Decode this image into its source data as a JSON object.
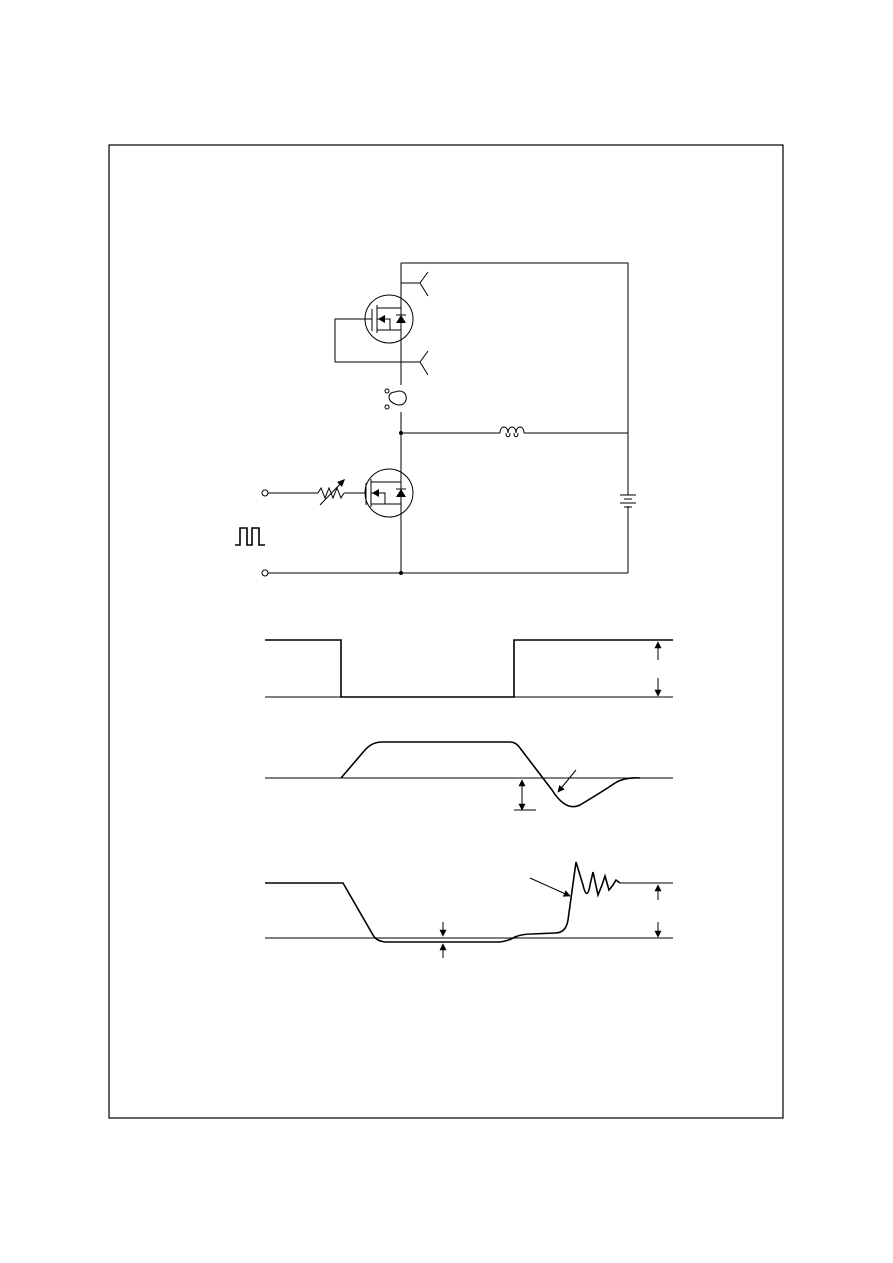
{
  "colors": {
    "line": "#000000",
    "background": "#ffffff"
  },
  "figure": {
    "components": [
      {
        "name": "upper-mosfet",
        "icon": "n-channel-mosfet-icon"
      },
      {
        "name": "lower-mosfet",
        "icon": "n-channel-mosfet-icon"
      },
      {
        "name": "inductor",
        "icon": "inductor-icon"
      },
      {
        "name": "current-probe",
        "icon": "current-probe-icon"
      },
      {
        "name": "variable-gate-resistor",
        "icon": "variable-resistor-icon"
      },
      {
        "name": "dc-supply",
        "icon": "battery-icon"
      },
      {
        "name": "pulse-source",
        "icon": "pulse-train-icon"
      }
    ],
    "waveforms": [
      "gate-drive-pulse",
      "diode-current",
      "diode-voltage"
    ]
  }
}
